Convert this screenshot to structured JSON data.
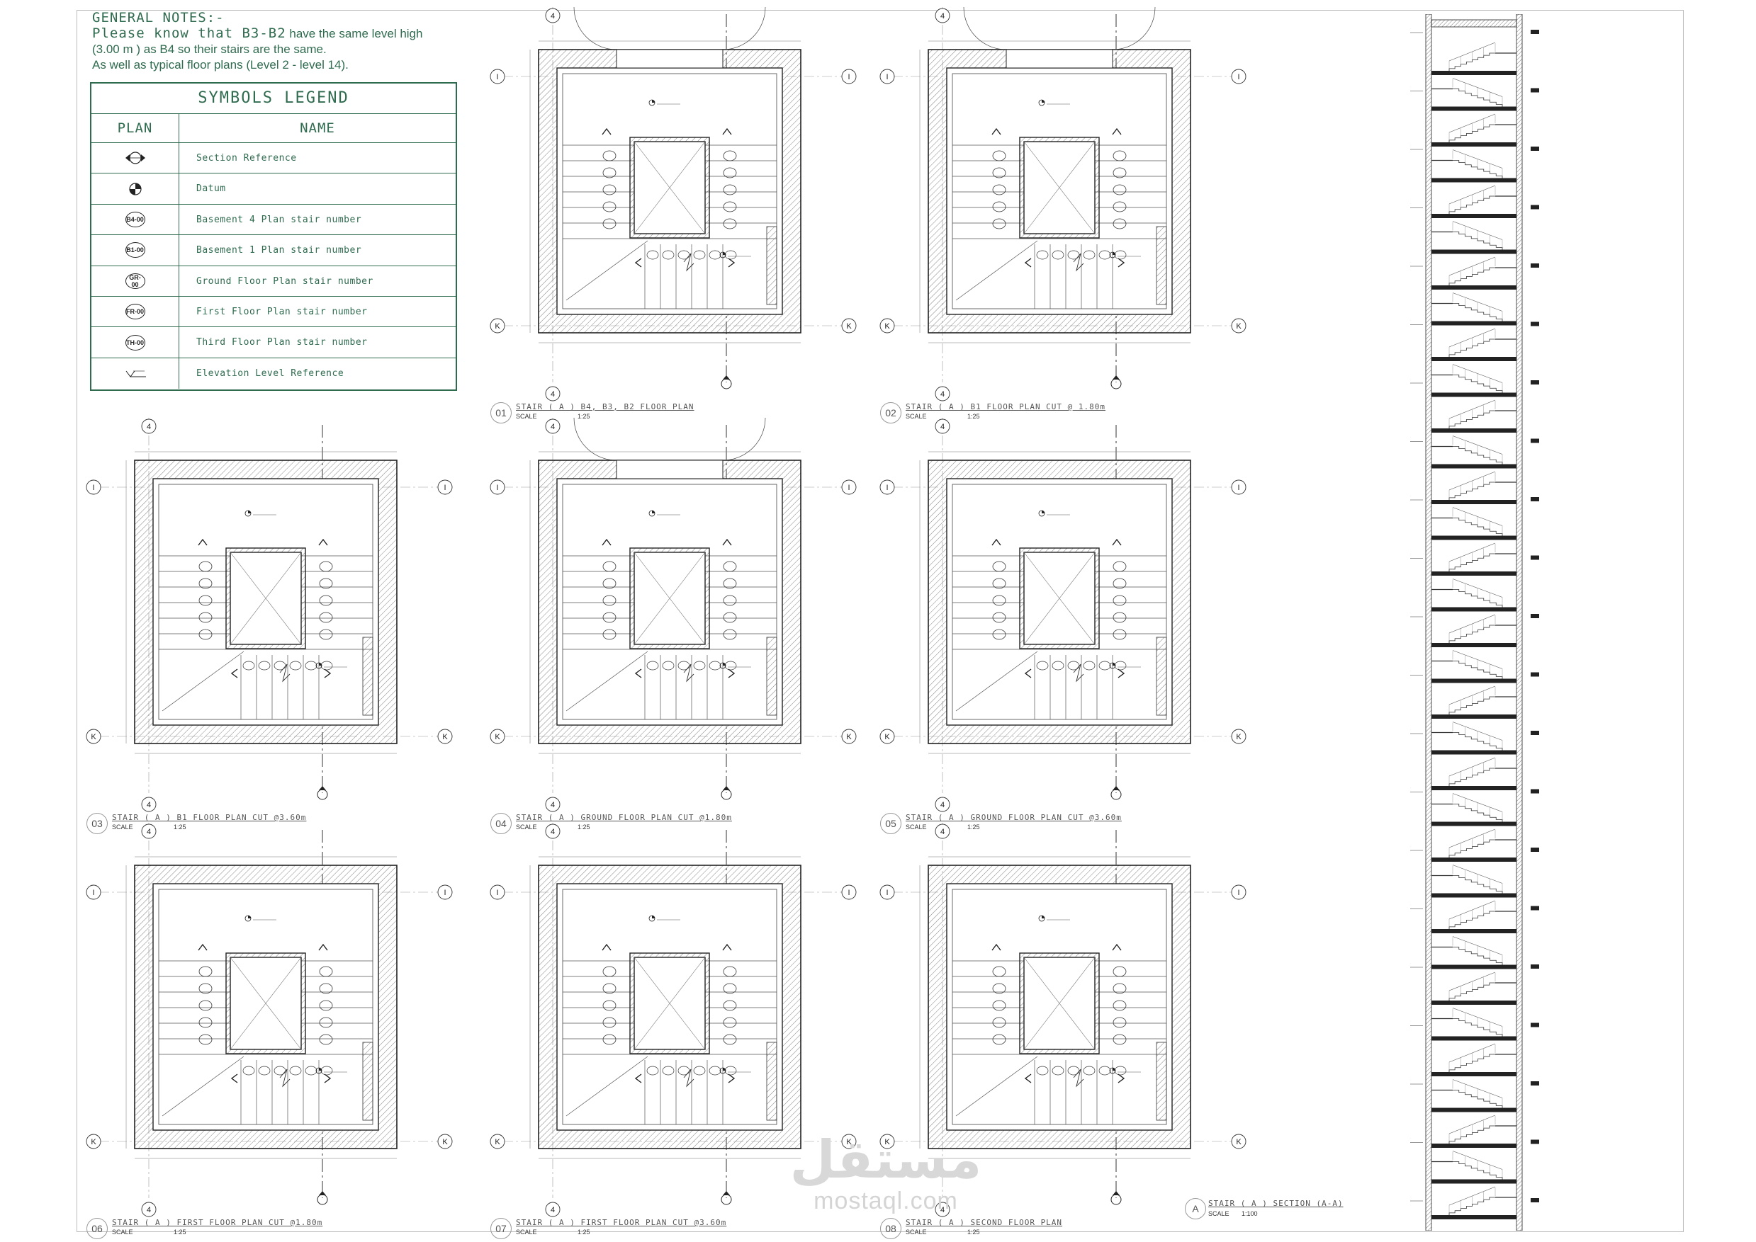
{
  "general_notes": {
    "heading": "GENERAL NOTES:-",
    "line1_mono": "Please know that B3-B2",
    "line1_rest": " have the same level high",
    "line2": "(3.00 m ) as B4 so their stairs are the same.",
    "line3": "As well as typical floor plans (Level 2 - level 14)."
  },
  "legend": {
    "title": "SYMBOLS LEGEND",
    "col_plan": "PLAN",
    "col_name": "NAME",
    "rows": [
      {
        "symbol": "section-reference",
        "name": "Section Reference"
      },
      {
        "symbol": "datum",
        "name": "Datum"
      },
      {
        "symbol": "B4-00",
        "name": "Basement 4 Plan stair number"
      },
      {
        "symbol": "B1-00",
        "name": "Basement 1 Plan stair number"
      },
      {
        "symbol": "GR-00",
        "name": "Ground Floor Plan stair number"
      },
      {
        "symbol": "FR-00",
        "name": "First Floor Plan stair number"
      },
      {
        "symbol": "TH-00",
        "name": "Third Floor Plan stair number"
      },
      {
        "symbol": "elevation-level",
        "name": "Elevation Level Reference"
      }
    ]
  },
  "grid_labels": {
    "vertical": "4",
    "horizontal_top": "I",
    "horizontal_bottom": "K"
  },
  "plans": [
    {
      "num": "01",
      "title": "STAIR ( A ) B4, B3, B2 FLOOR PLAN",
      "scale_label": "SCALE",
      "scale": "1:25"
    },
    {
      "num": "02",
      "title": "STAIR ( A ) B1 FLOOR PLAN CUT @ 1.80m",
      "scale_label": "SCALE",
      "scale": "1:25"
    },
    {
      "num": "03",
      "title": "STAIR ( A ) B1 FLOOR PLAN CUT @3.60m",
      "scale_label": "SCALE",
      "scale": "1:25"
    },
    {
      "num": "04",
      "title": "STAIR ( A ) GROUND FLOOR PLAN CUT @1.80m",
      "scale_label": "SCALE",
      "scale": "1:25"
    },
    {
      "num": "05",
      "title": "STAIR ( A ) GROUND FLOOR PLAN CUT @3.60m",
      "scale_label": "SCALE",
      "scale": "1:25"
    },
    {
      "num": "06",
      "title": "STAIR ( A ) FIRST FLOOR PLAN CUT @1.80m",
      "scale_label": "SCALE",
      "scale": "1:25"
    },
    {
      "num": "07",
      "title": "STAIR ( A ) FIRST FLOOR PLAN CUT @3.60m",
      "scale_label": "SCALE",
      "scale": "1:25"
    },
    {
      "num": "08",
      "title": "STAIR ( A ) SECOND FLOOR PLAN",
      "scale_label": "SCALE",
      "scale": "1:25"
    }
  ],
  "section": {
    "num": "A",
    "title": "STAIR ( A ) SECTION (A-A)",
    "scale_label": "SCALE",
    "scale": "1:100"
  },
  "watermark": {
    "arabic": "مستقل",
    "latin": "mostaql.com"
  }
}
